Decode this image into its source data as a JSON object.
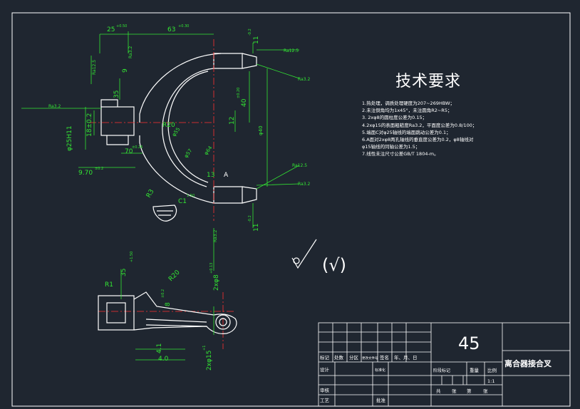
{
  "drawing": {
    "title": "技术要求",
    "notes": [
      "1.热处理，调质处理硬度为207~269HBW；",
      "2.未注倒角均为1x45°，未注圆角R2~R5；",
      "3. 2xφ8的圆柱度公差为0.15；",
      "4.2xφ15的表面粗糙度Ra3.2，平面度公差为0.8/100；",
      "5.端面C对φ25轴线的端面跳动公差为0.1；",
      "6.A面对2xφ8两孔轴线的垂直度公差为0.2，φ8轴线对",
      "φ15轴线的同轴公差为1.5；",
      "7.线性未注尺寸公差GB/T 1804-m。"
    ],
    "roughness_symbol_text": "(√)",
    "dimensions": {
      "d_25_top": "25",
      "tol_25_top": "+0.50",
      "d_63": "63",
      "tol_63": "+0.30",
      "d_11_top": "11",
      "tol_11_top": "-0.2",
      "ra_12_5_left": "Ra12.5",
      "ra_3_2_top": "Ra3.2",
      "ra_12_5_top": "Ra12.5",
      "ra_3_2_a": "Ra3.2",
      "ra_3_2_left": "Ra3.2",
      "d_35_a": "35",
      "d_9": "9",
      "d_40": "40",
      "d_12": "12",
      "d_20_tol": "±0.20",
      "d_phi25": "φ25H11",
      "d_18": "18±0.2",
      "d_r20": "R20",
      "d_phi55": "φ55",
      "d_phi57": "φ57",
      "d_phi64": "φ64",
      "d_phi40": "φ40",
      "d_70": "70",
      "d_9_70": "9.70",
      "tol_9_70": "±0.2",
      "tol_70": "±0.26",
      "d_13": "13",
      "d_a": "A",
      "d_r3": "R3",
      "d_c1": "C1",
      "tol_c1": "1.50",
      "ra_12_5_right": "Ra12.5",
      "ra_3_2_right": "Ra3.2",
      "d_11_bottom": "11",
      "tol_11_bottom": "-0.2",
      "ra_3_2_mid": "Ra3.2",
      "d_35_b": "35",
      "tol_35_b": "+1.50",
      "d_r1": "R1",
      "d_r20_b": "R20",
      "d_2phi8": "2xφ8",
      "tol_2phi8": "+0.13",
      "d_8": "8",
      "tol_8": "±0.2",
      "d_4_1": "4.1",
      "d_4_0": "4.0",
      "d_2phi15": "2xφ15",
      "tol_2phi15": "+1"
    }
  },
  "title_block": {
    "scale_number": "45",
    "part_name": "离合器接合叉",
    "labels": {
      "biaoji": "标记",
      "chushu": "处数",
      "fenqu": "分区",
      "gengai": "更改文件号",
      "qianming": "签名",
      "nianyueri": "年、月、日",
      "sheji": "设计",
      "biaozhunhua": "标准化",
      "jieduan": "阶段标记",
      "zhongliang": "重量",
      "bili": "比例",
      "ratio": "1:1",
      "shenhe": "审核",
      "gongyi": "工艺",
      "pizhun": "批准",
      "gong": "共",
      "zhang1": "张",
      "di": "第",
      "zhang2": "张"
    }
  },
  "colors": {
    "background": "#1f2630",
    "line": "#ffffff",
    "dimension": "#33e633",
    "center": "#ff3030",
    "leader": "#ffffff"
  }
}
